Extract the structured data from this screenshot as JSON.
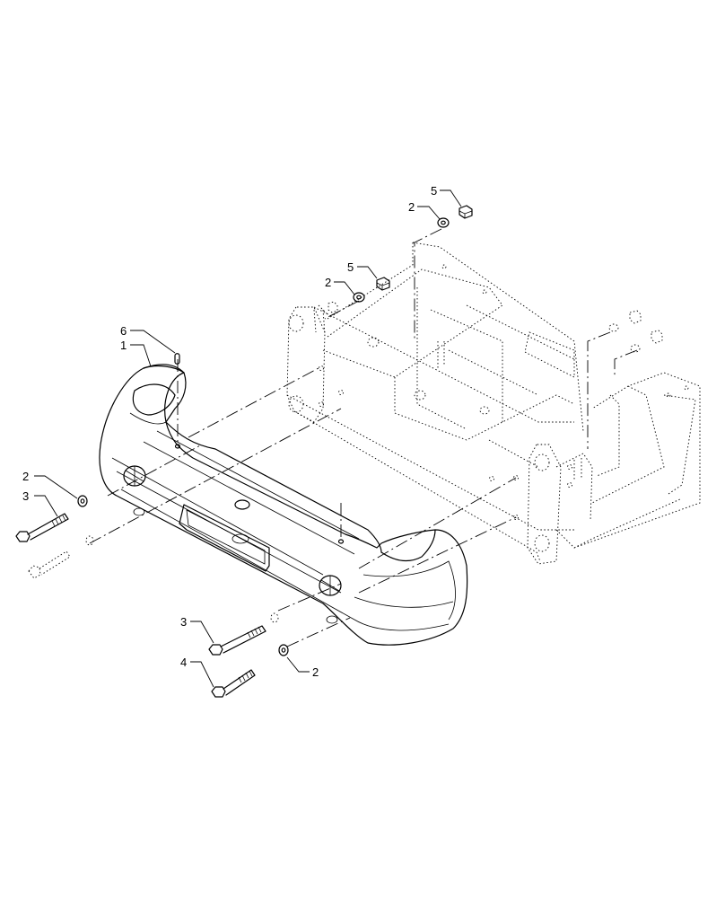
{
  "callouts": [
    {
      "id": "c-5-top",
      "label": "5"
    },
    {
      "id": "c-2-top",
      "label": "2"
    },
    {
      "id": "c-2-mid",
      "label": "2"
    },
    {
      "id": "c-5-mid",
      "label": "5"
    },
    {
      "id": "c-6",
      "label": "6"
    },
    {
      "id": "c-1",
      "label": "1"
    },
    {
      "id": "c-2-left",
      "label": "2"
    },
    {
      "id": "c-3-left",
      "label": "3"
    },
    {
      "id": "c-3-bottom",
      "label": "3"
    },
    {
      "id": "c-4",
      "label": "4"
    },
    {
      "id": "c-2-bottom",
      "label": "2"
    }
  ]
}
